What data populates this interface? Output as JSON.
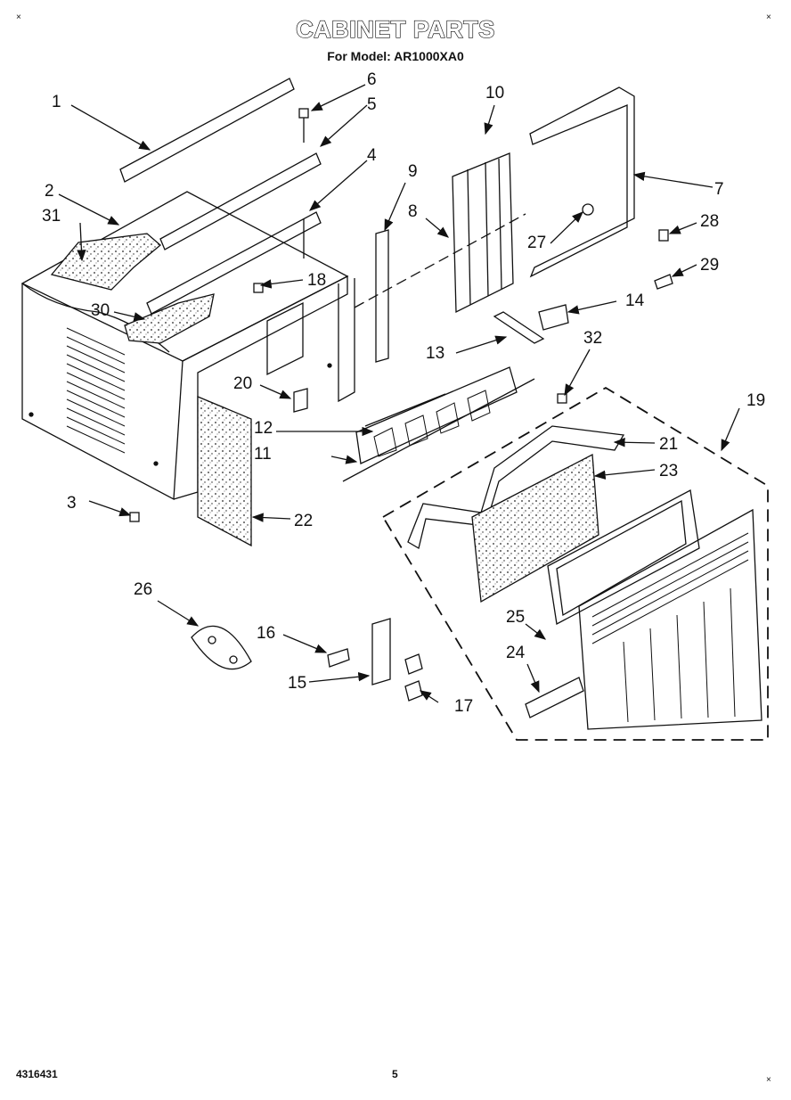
{
  "header": {
    "title": "CABINET PARTS",
    "subtitle": "For Model: AR1000XA0"
  },
  "footer": {
    "part_number": "4316431",
    "page_number": "5"
  },
  "callouts": {
    "c1": "1",
    "c2": "2",
    "c3": "3",
    "c4": "4",
    "c5": "5",
    "c6": "6",
    "c7": "7",
    "c8": "8",
    "c9": "9",
    "c10": "10",
    "c11": "11",
    "c12": "12",
    "c13": "13",
    "c14": "14",
    "c15": "15",
    "c16": "16",
    "c17": "17",
    "c18": "18",
    "c19": "19",
    "c20": "20",
    "c21": "21",
    "c22": "22",
    "c23": "23",
    "c24": "24",
    "c25": "25",
    "c26": "26",
    "c27": "27",
    "c28": "28",
    "c29": "29",
    "c30": "30",
    "c31": "31",
    "c32": "32"
  }
}
